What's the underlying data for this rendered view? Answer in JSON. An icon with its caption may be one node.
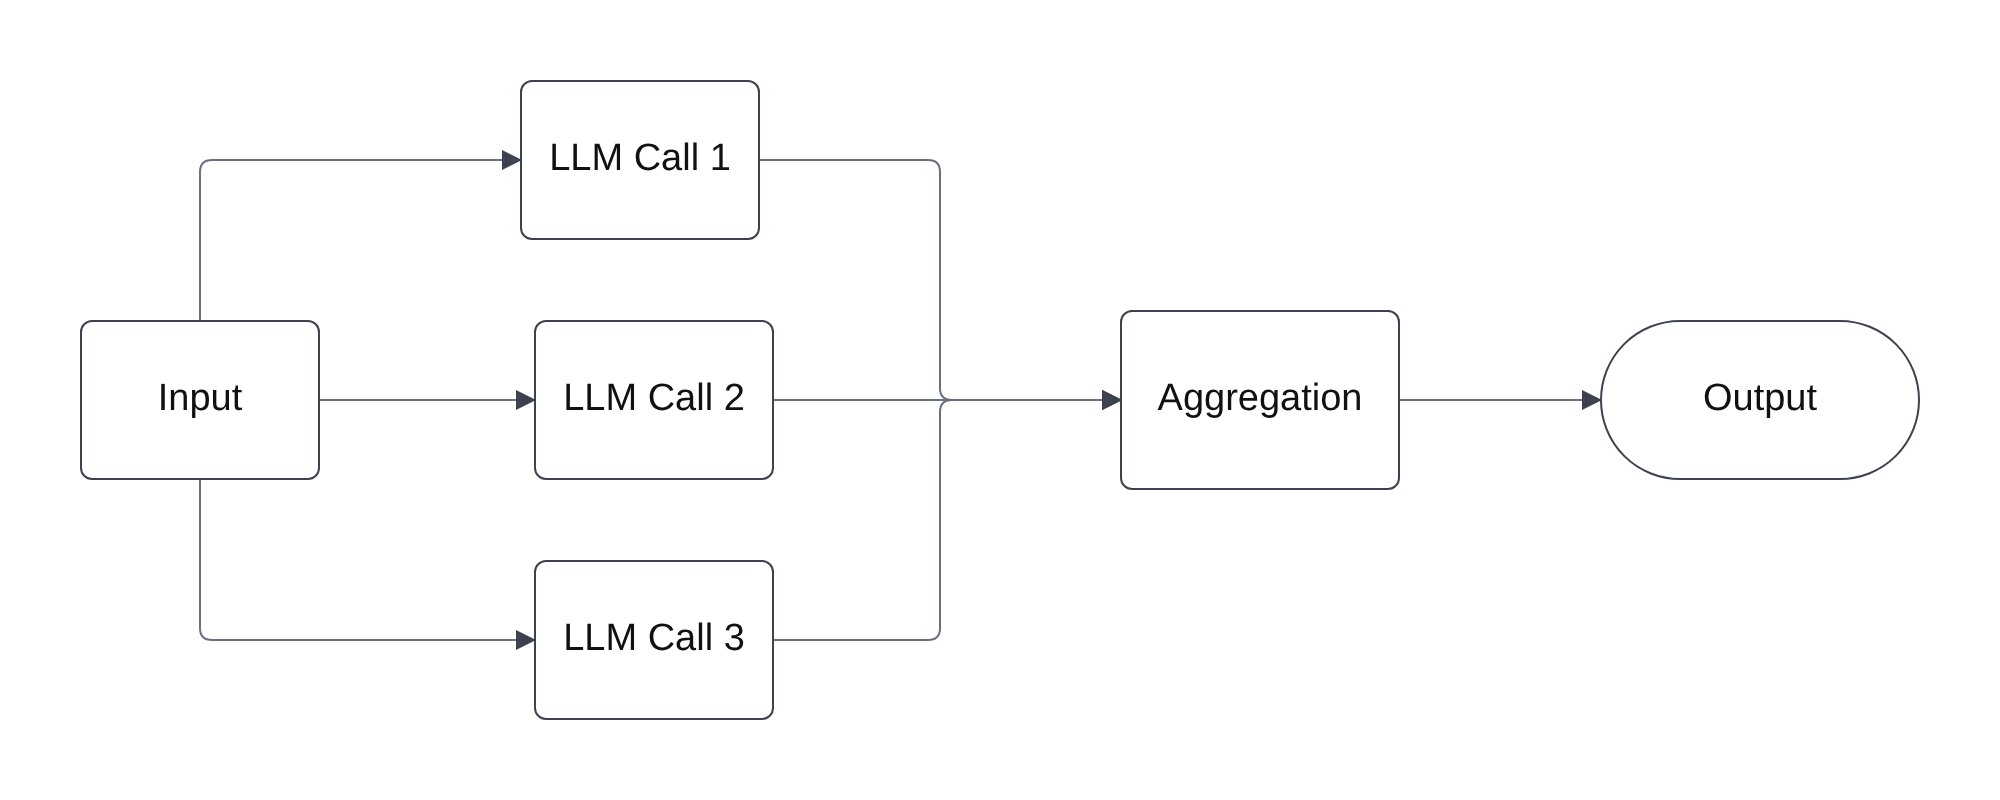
{
  "diagram": {
    "nodes": [
      {
        "text": [
          "Input"
        ]
      },
      {
        "text": [
          "LLM Call 1"
        ]
      },
      {
        "text": [
          "LLM Call 2"
        ]
      },
      {
        "text": [
          "LLM Call 3"
        ]
      },
      {
        "text": [
          "Aggregation"
        ]
      },
      {
        "text": [
          "Output"
        ]
      }
    ],
    "edges": [
      {
        "from": 0,
        "to": 1,
        "arrow": "to"
      },
      {
        "from": 0,
        "to": 2,
        "arrow": "to"
      },
      {
        "from": 0,
        "to": 3,
        "arrow": "to"
      },
      {
        "from": 1,
        "to": 4,
        "arrow": "to"
      },
      {
        "from": 2,
        "to": 4,
        "arrow": "to"
      },
      {
        "from": 3,
        "to": 4,
        "arrow": "to"
      },
      {
        "from": 4,
        "to": 5,
        "arrow": "to"
      }
    ]
  }
}
